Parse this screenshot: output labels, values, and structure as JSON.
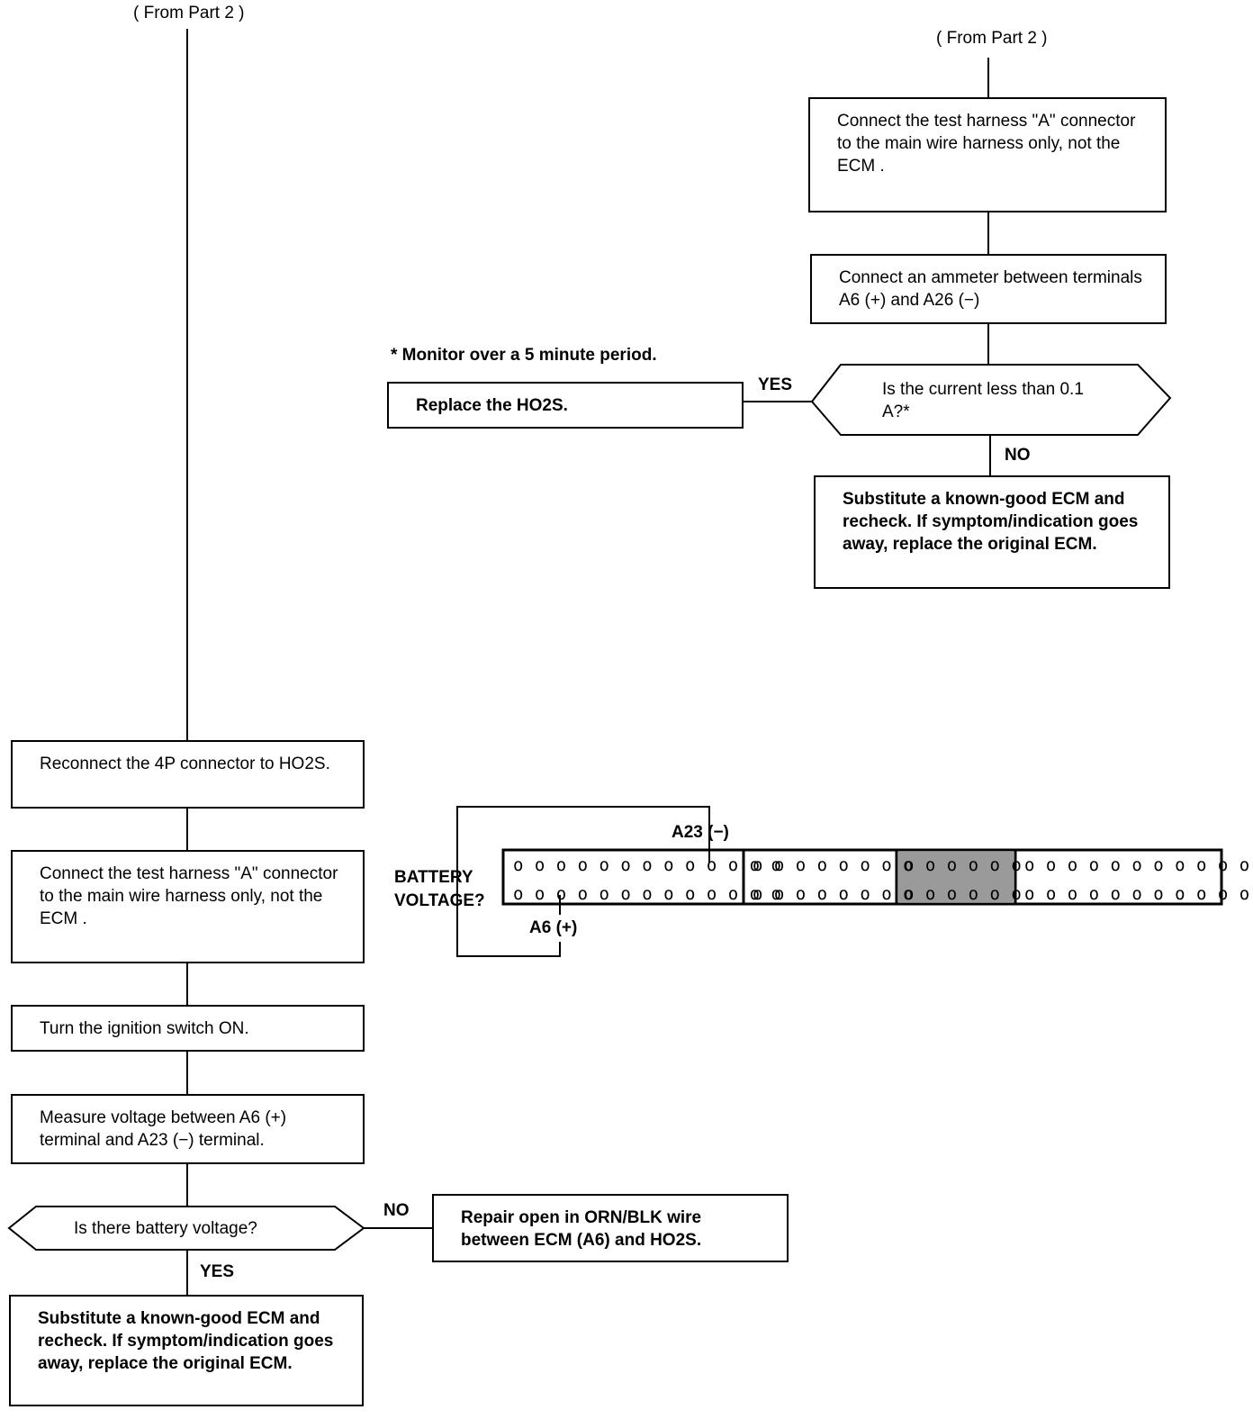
{
  "right_flow": {
    "from_part": "( From Part 2 )",
    "step1": "Connect the test harness \"A\" connector to the main wire harness only, not the ECM .",
    "step2": "Connect an ammeter between terminals A6 (+) and A26 (−)",
    "note": "* Monitor over a 5 minute period.",
    "decision": "Is the current less than 0.1 A?*",
    "yes_label": "YES",
    "no_label": "NO",
    "yes_result": "Replace the HO2S.",
    "no_result": "Substitute a known-good ECM and recheck. If symptom/indication goes away, replace the original ECM."
  },
  "left_flow": {
    "from_part": "( From Part 2 )",
    "step1": "Reconnect the 4P connector to HO2S.",
    "step2": "Connect the test harness \"A\" connector to the main wire harness only, not the ECM .",
    "step3": "Turn the ignition switch ON.",
    "step4": "Measure voltage between A6 (+) terminal and A23 (−) terminal.",
    "decision": "Is there battery voltage?",
    "no_label": "NO",
    "yes_label": "YES",
    "no_result": "Repair open in ORN/BLK wire between ECM (A6) and HO2S.",
    "yes_result": "Substitute a known-good ECM and recheck. If symptom/indication goes away, replace the original ECM."
  },
  "connector_diagram": {
    "question": "BATTERY VOLTAGE?",
    "terminal_top": "A23 (−)",
    "terminal_bottom": "A6 (+)",
    "sections": [
      {
        "row1": "o o o o o o o o o o o o o",
        "row2": "o o o o o o o o o o o o o"
      },
      {
        "row1": "o o o o o o o o",
        "row2": "o o o o o o o o"
      },
      {
        "row1": "o o o o o o",
        "row2": "o o o o o o",
        "shaded": true
      },
      {
        "row1": "o o o o o o o o o o o",
        "row2": "o o o o o o o o o o o"
      }
    ],
    "shade_color": "#9a9a9a"
  }
}
